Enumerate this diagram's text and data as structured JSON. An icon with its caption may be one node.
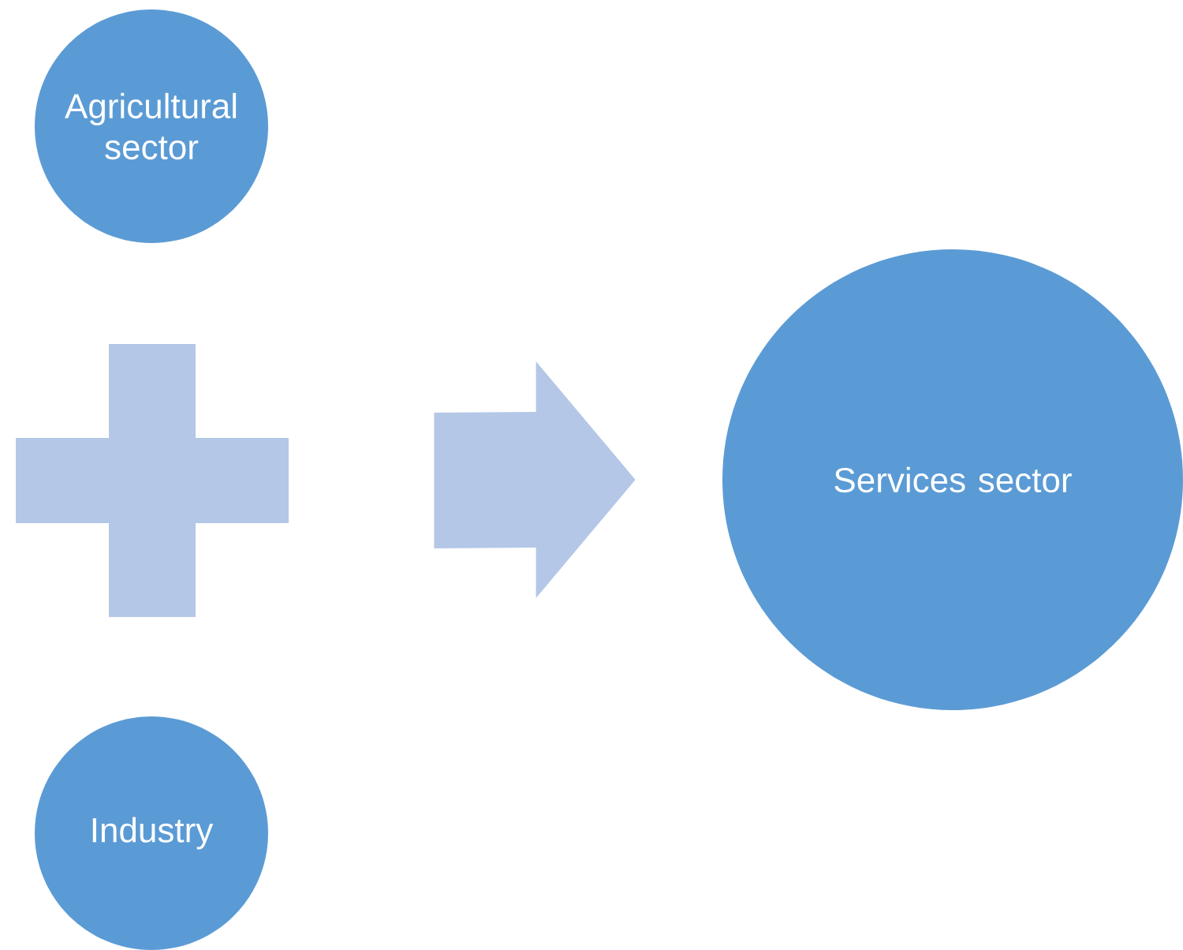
{
  "diagram": {
    "nodes": [
      {
        "text": [
          "Agricultural sector"
        ]
      },
      {
        "text": [],
        "shape": "plus"
      },
      {
        "text": [
          "Services sector"
        ]
      },
      {
        "text": [
          "Industry"
        ]
      }
    ],
    "edges": [
      {
        "from": 1,
        "to": 2,
        "arrow": "to"
      }
    ]
  }
}
